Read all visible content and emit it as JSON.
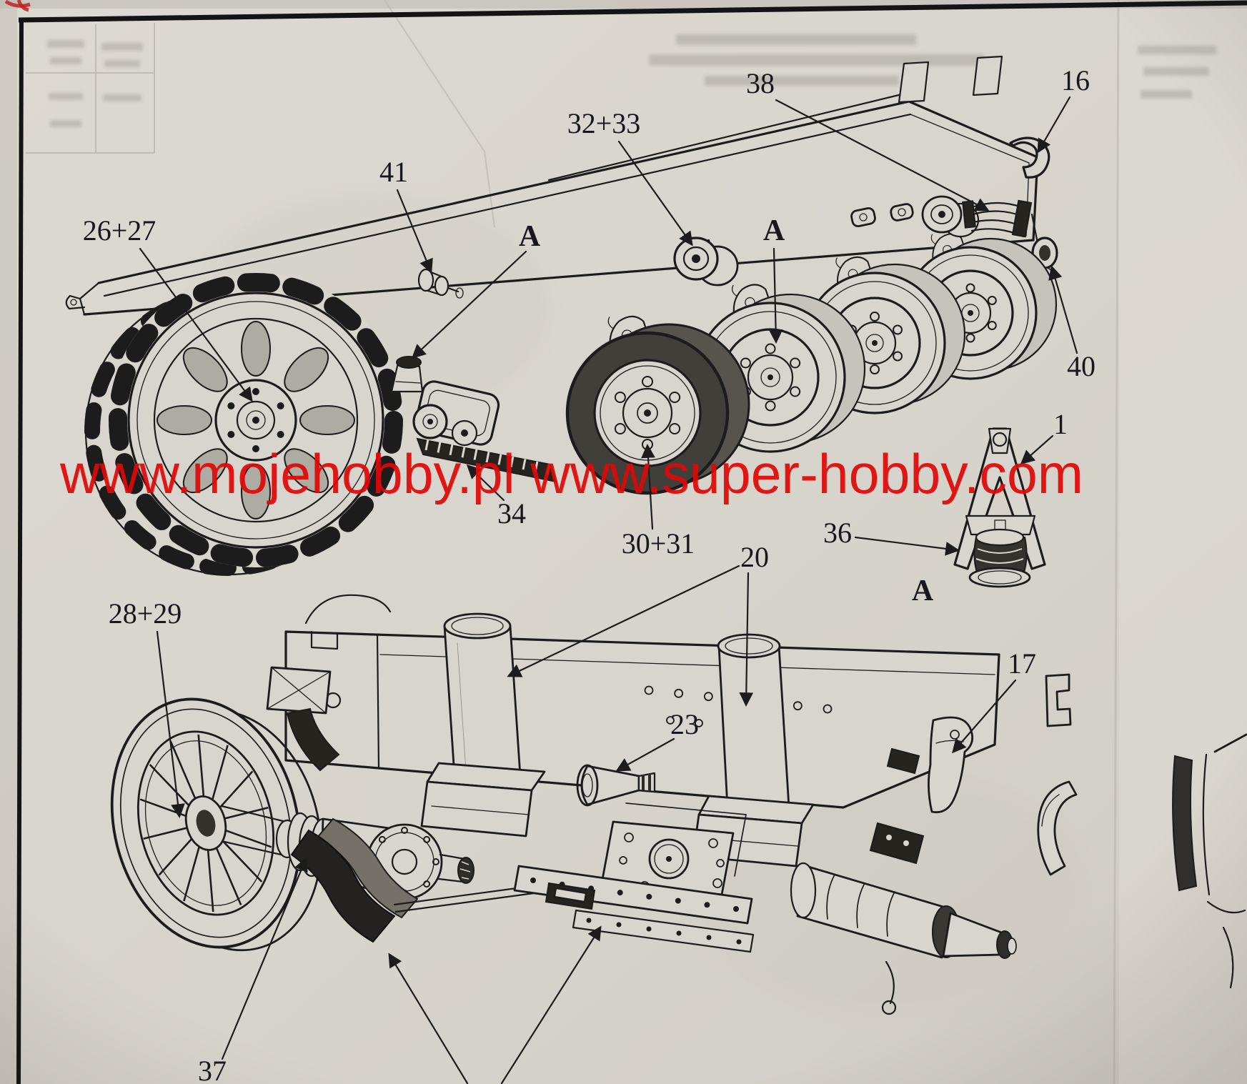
{
  "watermark": {
    "text": "www.mojehobby.pl www.super-hobby.com",
    "color": "#e10808"
  },
  "colors": {
    "paper": "#d8d5ce",
    "ink": "#1c1c1c",
    "watermark_red": "#e10808",
    "corner_mark_red": "#c22020"
  },
  "labels": [
    {
      "id": "26-27",
      "text": "26+27"
    },
    {
      "id": "41",
      "text": "41"
    },
    {
      "id": "32-33",
      "text": "32+33"
    },
    {
      "id": "38",
      "text": "38"
    },
    {
      "id": "16",
      "text": "16"
    },
    {
      "id": "callout-a-1",
      "text": "A"
    },
    {
      "id": "callout-a-2",
      "text": "A"
    },
    {
      "id": "34",
      "text": "34"
    },
    {
      "id": "30-31",
      "text": "30+31"
    },
    {
      "id": "36",
      "text": "36"
    },
    {
      "id": "40",
      "text": "40"
    },
    {
      "id": "1",
      "text": "1"
    },
    {
      "id": "callout-a-3",
      "text": "A"
    },
    {
      "id": "28-29",
      "text": "28+29"
    },
    {
      "id": "20",
      "text": "20"
    },
    {
      "id": "23",
      "text": "23"
    },
    {
      "id": "17",
      "text": "17"
    },
    {
      "id": "37",
      "text": "37"
    }
  ]
}
